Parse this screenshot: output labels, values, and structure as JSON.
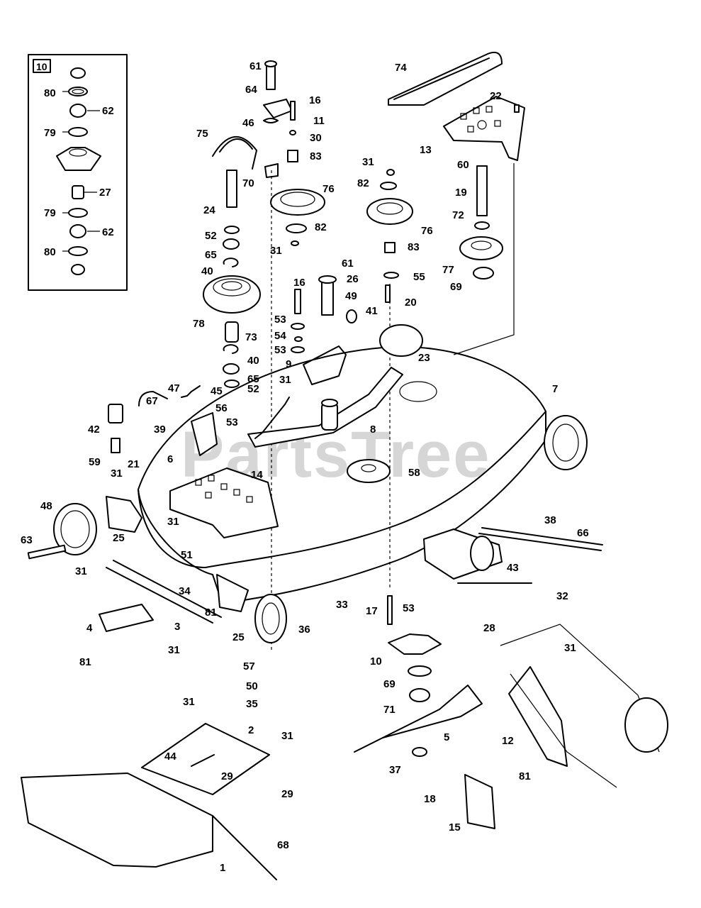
{
  "watermark": "PartsTree",
  "inset": {
    "tag": "10"
  },
  "callouts": {
    "c80a": "80",
    "c62a": "62",
    "c79a": "79",
    "c27": "27",
    "c79b": "79",
    "c62b": "62",
    "c80b": "80",
    "c61a": "61",
    "c64": "64",
    "c16a": "16",
    "c11": "11",
    "c46": "46",
    "c30": "30",
    "c83a": "83",
    "c75": "75",
    "c70": "70",
    "c76a": "76",
    "c24": "24",
    "c82a": "82",
    "c52a": "52",
    "c65a": "65",
    "c31a": "31",
    "c40a": "40",
    "c78": "78",
    "c73": "73",
    "c40b": "40",
    "c65b": "65",
    "c52b": "52",
    "c74": "74",
    "c22": "22",
    "c13": "13",
    "c31b": "31",
    "c82b": "82",
    "c76b": "76",
    "c83b": "83",
    "c55": "55",
    "c60": "60",
    "c19": "19",
    "c72": "72",
    "c77": "77",
    "c69a": "69",
    "c61b": "61",
    "c26": "26",
    "c16b": "16",
    "c49": "49",
    "c20": "20",
    "c53a": "53",
    "c54": "54",
    "c53b": "53",
    "c41": "41",
    "c9": "9",
    "c23": "23",
    "c7": "7",
    "c31c": "31",
    "c47": "47",
    "c45": "45",
    "c67": "67",
    "c56": "56",
    "c53c": "53",
    "c42": "42",
    "c39": "39",
    "c8": "8",
    "c59": "59",
    "c21": "21",
    "c6": "6",
    "c31d": "31",
    "c14": "14",
    "c58": "58",
    "c48": "48",
    "c31e": "31",
    "c25a": "25",
    "c63": "63",
    "c31f": "31",
    "c51": "51",
    "c34": "34",
    "c81a": "81",
    "c4": "4",
    "c3": "3",
    "c25b": "25",
    "c31g": "31",
    "c81b": "81",
    "c38": "38",
    "c66": "66",
    "c43": "43",
    "c32": "32",
    "c33": "33",
    "c53d": "53",
    "c36": "36",
    "c17": "17",
    "c28": "28",
    "c10": "10",
    "c69b": "69",
    "c71": "71",
    "c5": "5",
    "c57": "57",
    "c50": "50",
    "c35": "35",
    "c31h": "31",
    "c2": "2",
    "c31i": "31",
    "c44": "44",
    "c29a": "29",
    "c29b": "29",
    "c37": "37",
    "c68": "68",
    "c1": "1",
    "c31j": "31",
    "c12": "12",
    "c81c": "81",
    "c18": "18",
    "c15": "15"
  }
}
